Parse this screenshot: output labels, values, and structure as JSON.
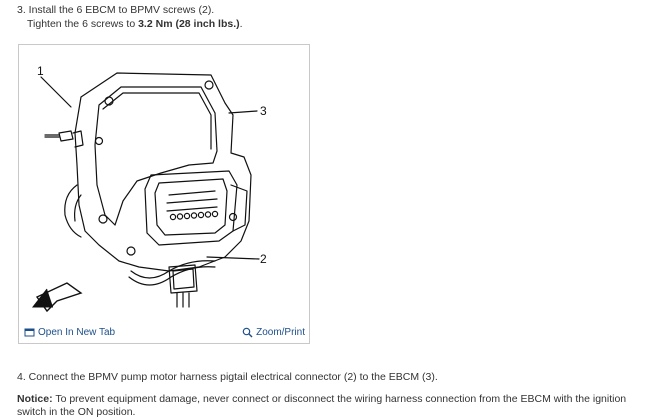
{
  "step3": {
    "line1": "3. Install the 6 EBCM to BPMV screws (2).",
    "line2_prefix": "Tighten the 6 screws to ",
    "line2_value": "3.2 Nm (28 inch lbs.)",
    "line2_suffix": "."
  },
  "figure": {
    "callouts": {
      "c1": "1",
      "c2": "2",
      "c3": "3"
    },
    "open_tab_label": "Open In New Tab",
    "zoom_label": "Zoom/Print"
  },
  "step4": {
    "text": "4. Connect the BPMV pump motor harness pigtail electrical connector (2) to the EBCM (3)."
  },
  "notice": {
    "label": "Notice:",
    "text": " To prevent equipment damage, never connect or disconnect the wiring harness connection from the EBCM with the ignition switch in the ON position."
  },
  "colors": {
    "link": "#1c4f8a",
    "text": "#333333",
    "border": "#c9c9c9"
  }
}
